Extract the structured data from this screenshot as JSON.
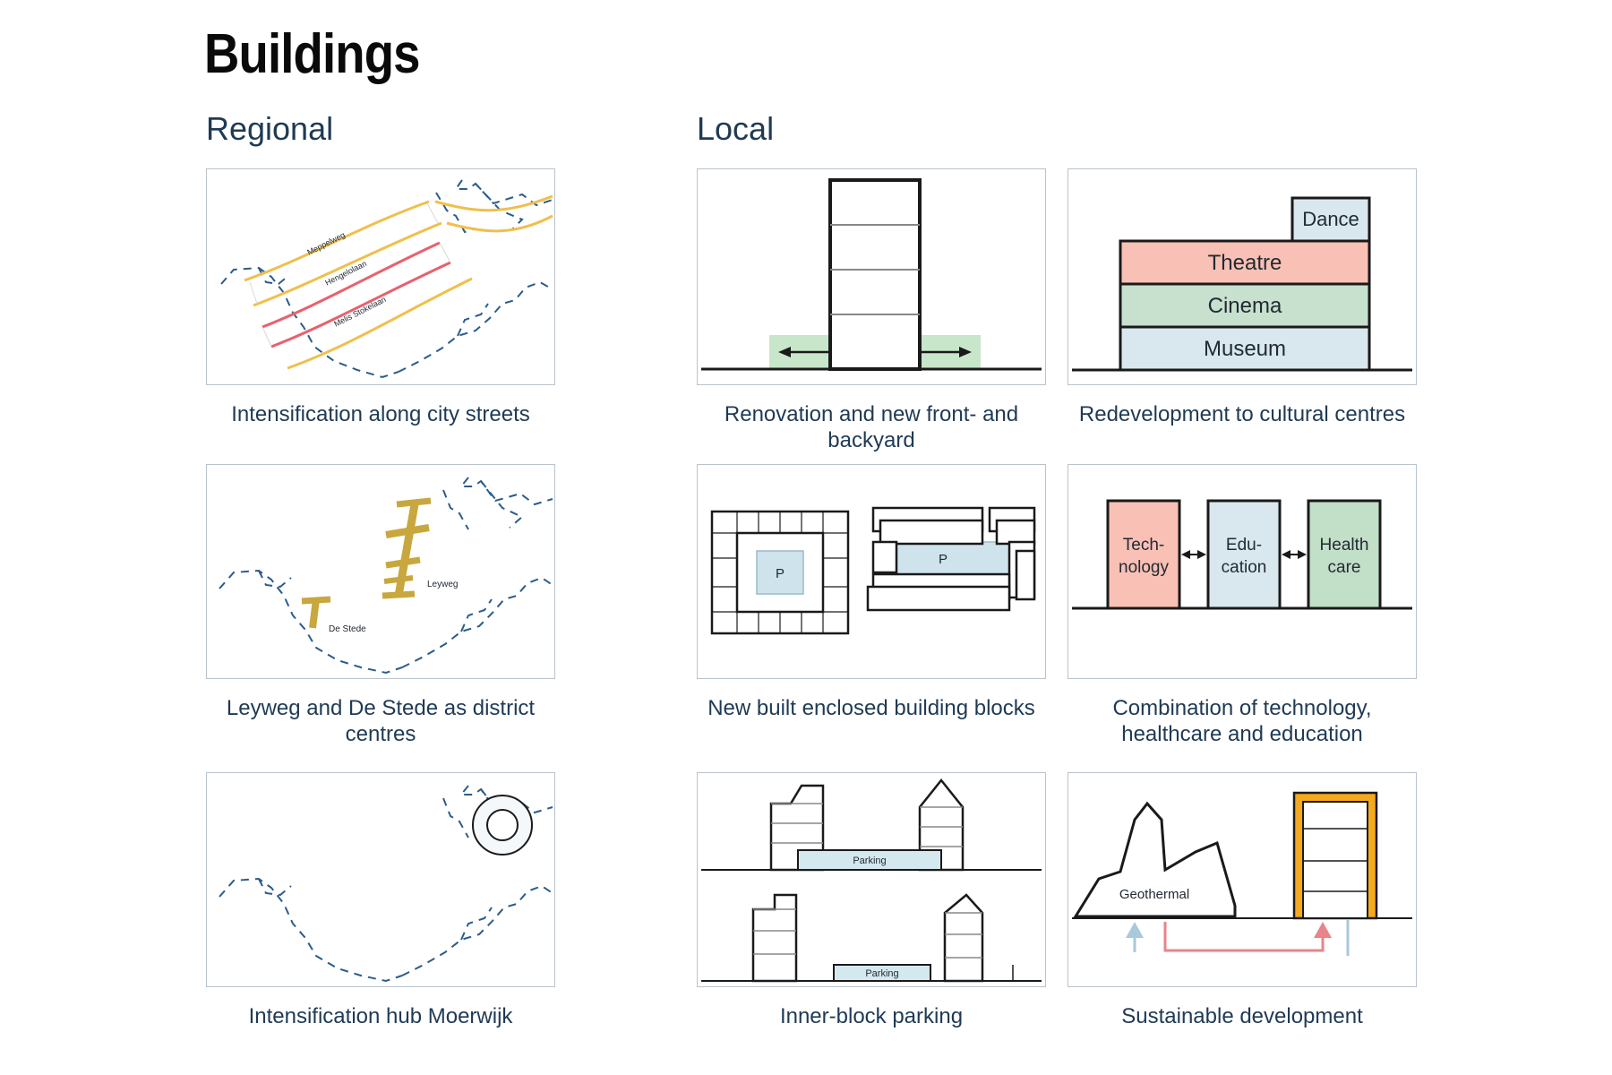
{
  "title": "Buildings",
  "columns": {
    "regional": "Regional",
    "local": "Local"
  },
  "colors": {
    "caption_text": "#1f3a54",
    "frame_border": "#b9c3cb",
    "boundary_dash": "#2b5c8a",
    "street_yellow": "#f0bf4c",
    "street_red": "#e8616d",
    "road_gold": "#c8a73e",
    "green_fill": "#c8e6c9",
    "pink_fill": "#f9c0b5",
    "cinema_green": "#c8e0ce",
    "blue_fill": "#d8e8ee",
    "health_green": "#c2dfc8",
    "insulation_orange": "#f5a91e",
    "arrow_blue": "#a8c8dd",
    "arrow_red": "#e8848a",
    "outline_black": "#1a1a1a"
  },
  "cells": {
    "regional": [
      {
        "id": "intensification-streets",
        "caption": "Intensification along city streets",
        "street_labels": [
          "Meppelweg",
          "Hengelolaan",
          "Melis Stokelaan"
        ]
      },
      {
        "id": "district-centres",
        "caption": "Leyweg and De Stede as district centres",
        "place_labels": [
          "Leyweg",
          "De Stede"
        ]
      },
      {
        "id": "hub-moerwijk",
        "caption": "Intensification hub Moerwijk",
        "place_labels": []
      }
    ],
    "local": [
      {
        "id": "renovation-front-backyard",
        "caption": "Renovation and new front- and backyard",
        "labels": []
      },
      {
        "id": "cultural-centres",
        "caption": "Redevelopment to cultural centres",
        "blocks": [
          {
            "label": "Dance",
            "color": "#d8e8ee"
          },
          {
            "label": "Theatre",
            "color": "#f9c0b5"
          },
          {
            "label": "Cinema",
            "color": "#c8e0ce"
          },
          {
            "label": "Museum",
            "color": "#d8e8ee"
          }
        ]
      },
      {
        "id": "enclosed-building-blocks",
        "caption": "New built enclosed building blocks",
        "labels": [
          "P",
          "P"
        ]
      },
      {
        "id": "tech-health-education",
        "caption": "Combination of technology, healthcare and education",
        "blocks": [
          {
            "label_line1": "Tech-",
            "label_line2": "nology",
            "color": "#f9c0b5"
          },
          {
            "label_line1": "Edu-",
            "label_line2": "cation",
            "color": "#d8e8ee"
          },
          {
            "label_line1": "Health",
            "label_line2": "care",
            "color": "#c2dfc8"
          }
        ]
      },
      {
        "id": "inner-block-parking",
        "caption": "Inner-block parking",
        "labels": [
          "Parking",
          "Parking"
        ]
      },
      {
        "id": "sustainable-development",
        "caption": "Sustainable development",
        "labels": [
          "Geothermal"
        ]
      }
    ]
  }
}
